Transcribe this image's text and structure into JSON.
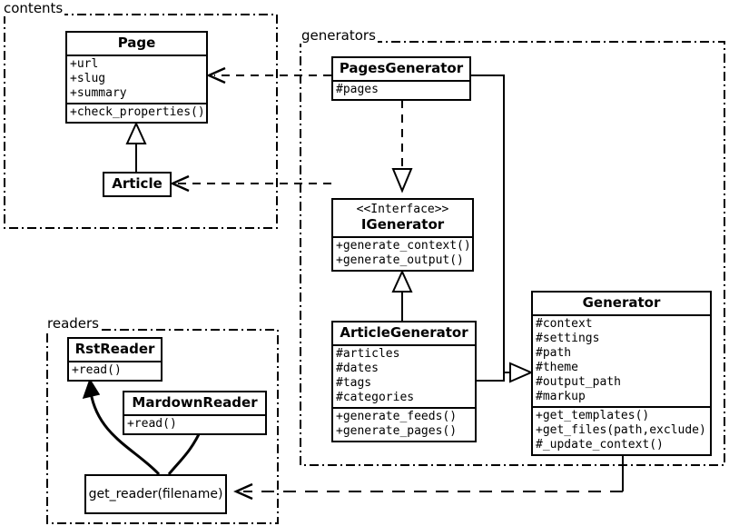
{
  "diagram": {
    "type": "uml-class-diagram",
    "background": "#ffffff",
    "line_color": "#000000"
  },
  "packages": [
    {
      "id": "contents",
      "label": "contents"
    },
    {
      "id": "generators",
      "label": "generators"
    },
    {
      "id": "readers",
      "label": "readers"
    }
  ],
  "classes": {
    "page": {
      "name": "Page",
      "attributes": [
        "+url",
        "+slug",
        "+summary"
      ],
      "methods": [
        "+check_properties()"
      ]
    },
    "article": {
      "name": "Article",
      "attributes": [],
      "methods": []
    },
    "pages_generator": {
      "name": "PagesGenerator",
      "attributes": [
        "#pages"
      ],
      "methods": []
    },
    "igenerator": {
      "stereotype": "<<Interface>>",
      "name": "IGenerator",
      "attributes": [],
      "methods": [
        "+generate_context()",
        "+generate_output()"
      ]
    },
    "article_generator": {
      "name": "ArticleGenerator",
      "attributes": [
        "#articles",
        "#dates",
        "#tags",
        "#categories"
      ],
      "methods": [
        "+generate_feeds()",
        "+generate_pages()"
      ]
    },
    "generator": {
      "name": "Generator",
      "attributes": [
        "#context",
        "#settings",
        "#path",
        "#theme",
        "#output_path",
        "#markup"
      ],
      "methods": [
        "+get_templates()",
        "+get_files(path,exclude)",
        "#_update_context()"
      ]
    }
  },
  "functions": {
    "get_reader": {
      "label": "get_reader(filename)"
    }
  },
  "readers": {
    "rst_reader": {
      "name": "RstReader",
      "methods": [
        "+read()"
      ]
    },
    "mardown_reader": {
      "name": "MardownReader",
      "methods": [
        "+read()"
      ]
    }
  },
  "relations": [
    {
      "name": "article-inherits-page",
      "kind": "generalization",
      "from": "Article",
      "to": "Page",
      "style": "solid",
      "arrow": "hollow-triangle"
    },
    {
      "name": "pagesgenerator-depends-page",
      "kind": "dependency",
      "from": "PagesGenerator",
      "to": "Page",
      "style": "dashed",
      "arrow": "open"
    },
    {
      "name": "articlegenerator-depends-article",
      "kind": "dependency",
      "from": "ArticleGenerator",
      "to": "Article",
      "style": "dashed",
      "arrow": "open"
    },
    {
      "name": "pagesgenerator-realizes-igenerator",
      "kind": "realization",
      "from": "PagesGenerator",
      "to": "IGenerator",
      "style": "dashed",
      "arrow": "hollow-triangle"
    },
    {
      "name": "articlegenerator-inherits-igenerator",
      "kind": "generalization",
      "from": "ArticleGenerator",
      "to": "IGenerator",
      "style": "solid",
      "arrow": "hollow-triangle"
    },
    {
      "name": "pagesgenerator-inherits-generator",
      "kind": "generalization",
      "from": "PagesGenerator",
      "to": "Generator",
      "style": "solid",
      "arrow": "hollow-triangle"
    },
    {
      "name": "articlegenerator-inherits-generator",
      "kind": "generalization",
      "from": "ArticleGenerator",
      "to": "Generator",
      "style": "solid",
      "arrow": "hollow-triangle"
    },
    {
      "name": "generator-depends-get-reader",
      "kind": "dependency",
      "from": "Generator",
      "to": "get_reader(filename)",
      "style": "dashed",
      "arrow": "open"
    },
    {
      "name": "get-reader-uses-rstreader",
      "kind": "usage",
      "from": "get_reader(filename)",
      "to": "RstReader",
      "style": "curved-solid",
      "arrow": "filled"
    },
    {
      "name": "get-reader-uses-mardownreader",
      "kind": "usage",
      "from": "get_reader(filename)",
      "to": "MardownReader",
      "style": "curved-solid",
      "arrow": "filled"
    }
  ]
}
